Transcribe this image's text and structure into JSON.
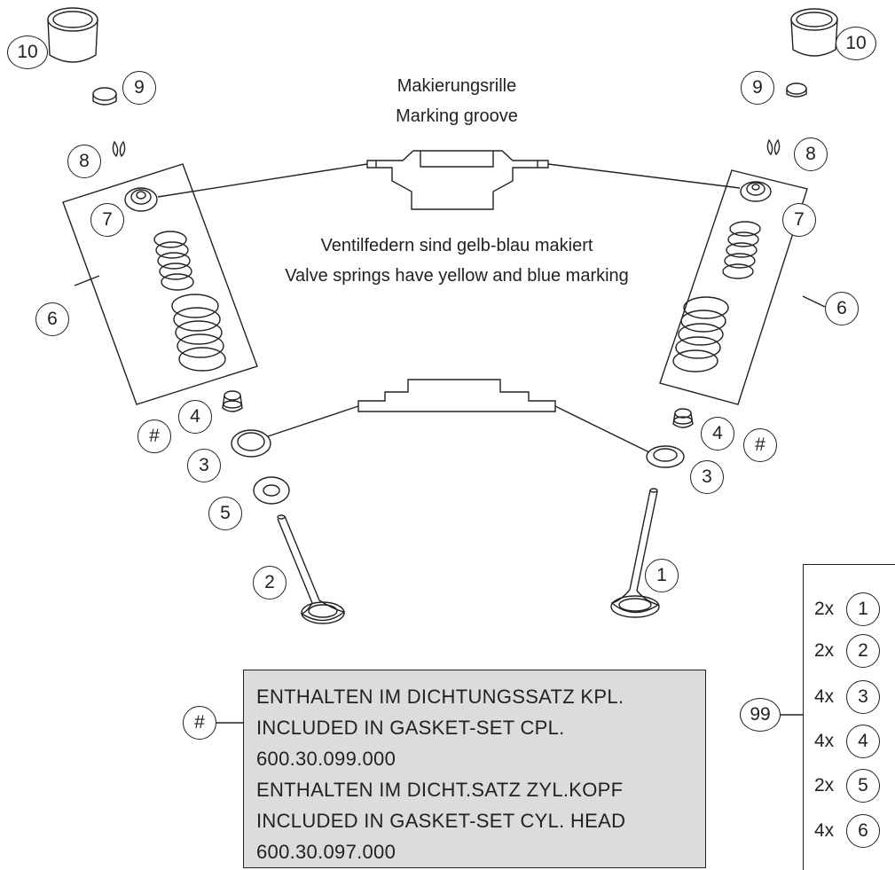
{
  "captions": {
    "groove_de": "Makierungsrille",
    "groove_en": "Marking groove",
    "springs_de": "Ventilfedern sind gelb-blau makiert",
    "springs_en": "Valve springs have yellow and blue marking"
  },
  "callouts": {
    "left": {
      "c10": "10",
      "c9": "9",
      "c8": "8",
      "c7": "7",
      "c6": "6",
      "c4": "4",
      "c3": "3",
      "c5": "5",
      "c2": "2",
      "hash": "#"
    },
    "right": {
      "c10": "10",
      "c9": "9",
      "c8": "8",
      "c7": "7",
      "c6": "6",
      "c4": "4",
      "c3": "3",
      "c1": "1",
      "hash": "#"
    },
    "note_hash": "#",
    "kit": "99"
  },
  "note": {
    "line1": "ENTHALTEN IM DICHTUNGSSATZ KPL.",
    "line2": "INCLUDED IN GASKET-SET CPL.",
    "line3": "600.30.099.000",
    "line4": "ENTHALTEN IM DICHT.SATZ ZYL.KOPF",
    "line5": "INCLUDED IN GASKET-SET CYL. HEAD",
    "line6": "600.30.097.000"
  },
  "kit_contents": [
    {
      "qty": "2x",
      "part": "1"
    },
    {
      "qty": "2x",
      "part": "2"
    },
    {
      "qty": "4x",
      "part": "3"
    },
    {
      "qty": "4x",
      "part": "4"
    },
    {
      "qty": "2x",
      "part": "5"
    },
    {
      "qty": "4x",
      "part": "6"
    }
  ],
  "colors": {
    "line": "#222222",
    "note_fill": "#dcdcdc"
  }
}
